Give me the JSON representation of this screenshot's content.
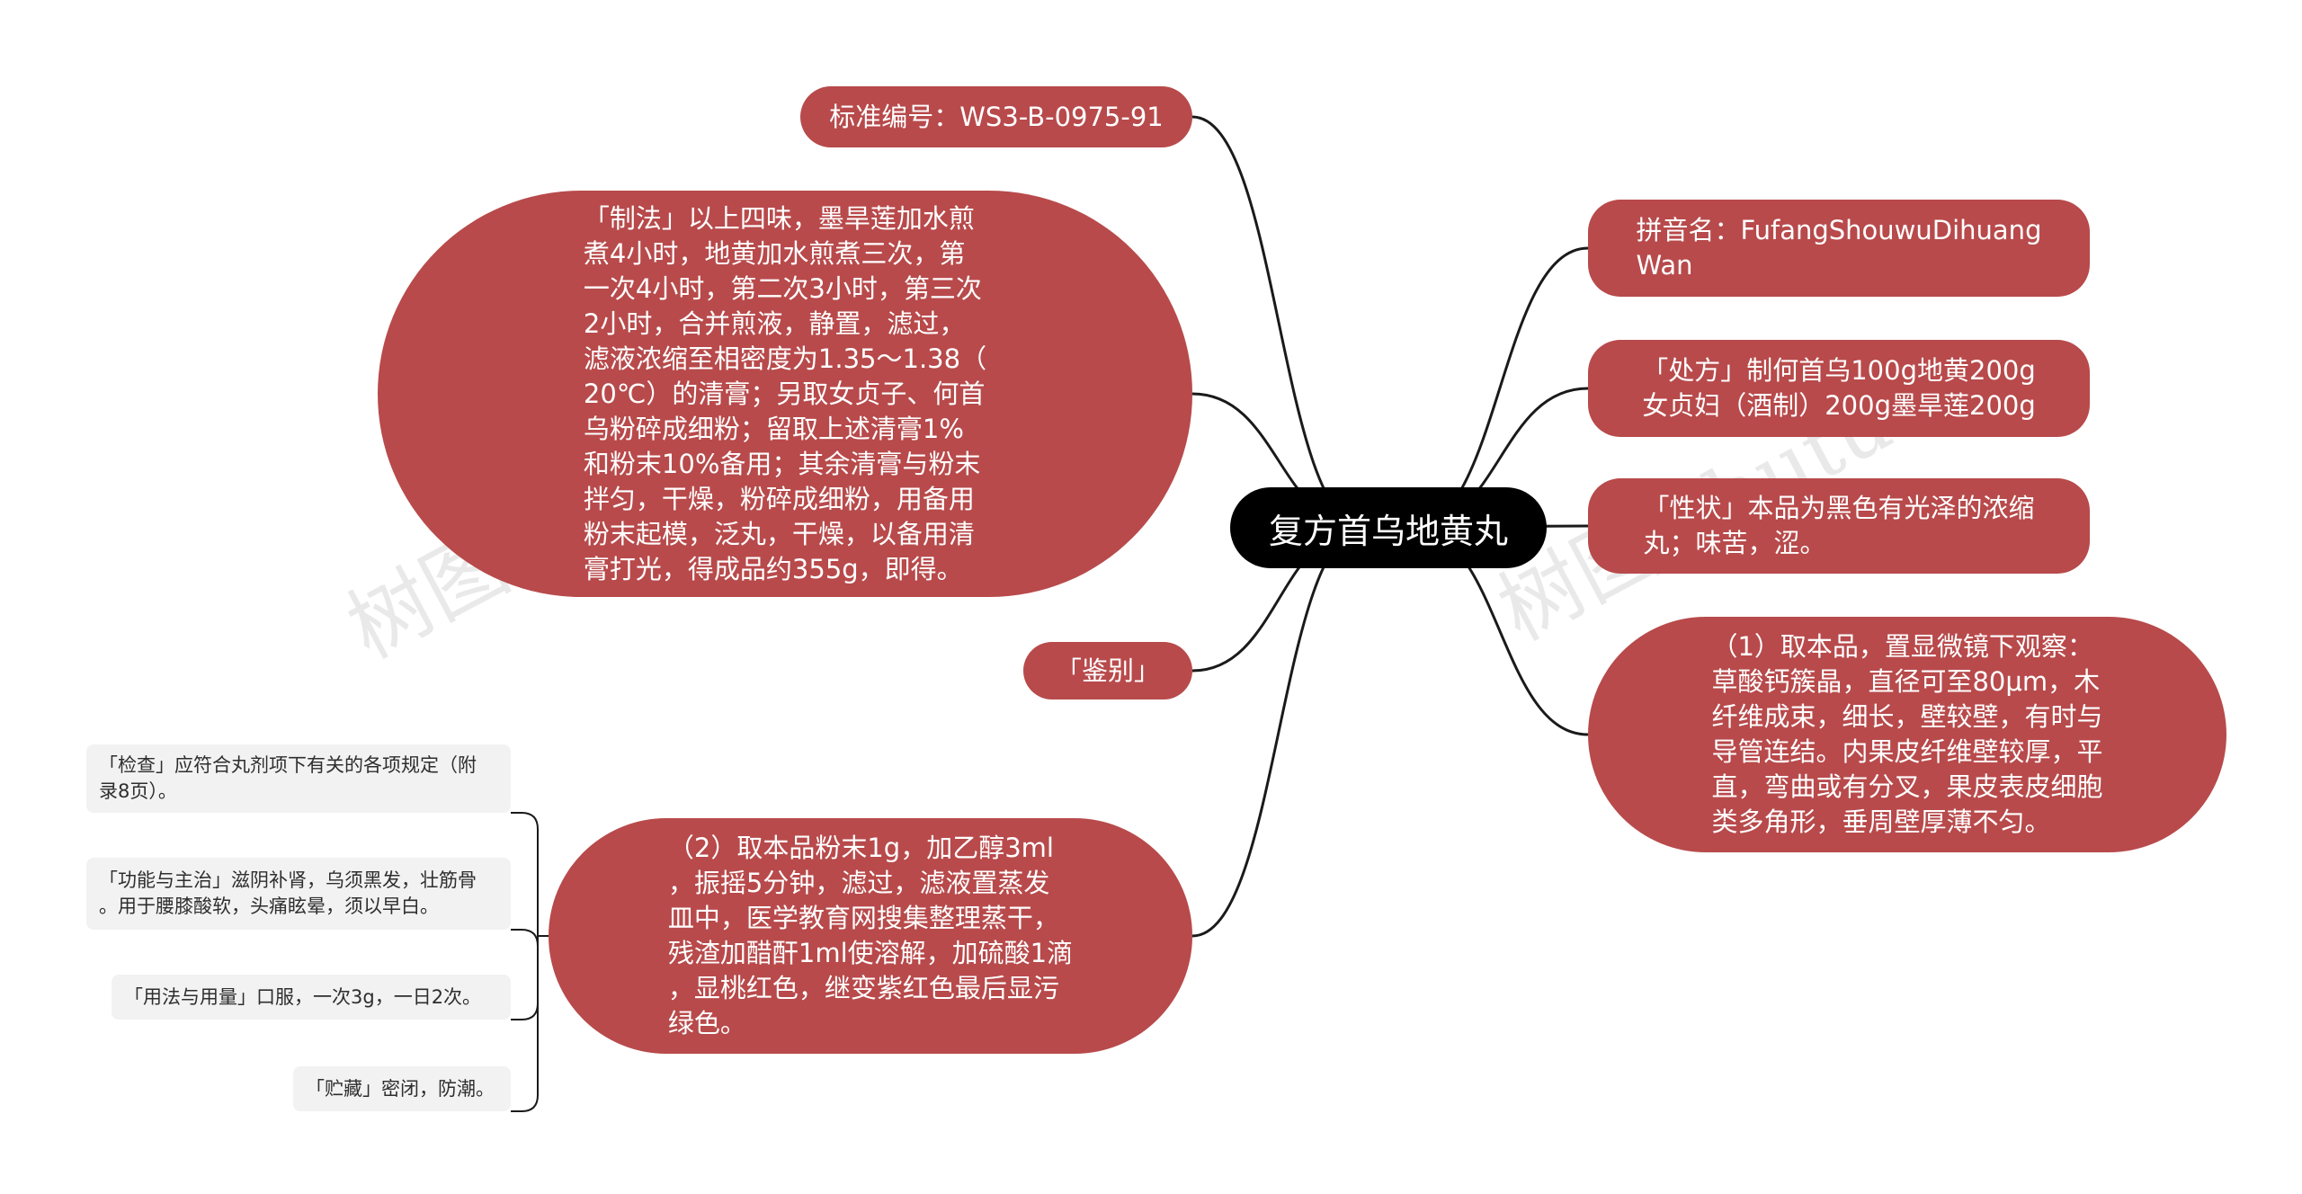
{
  "colors": {
    "center_bg": "#000000",
    "branch_bg": "#b84a4b",
    "leaf_bg": "#f2f2f2",
    "link": "#1a1a1a"
  },
  "center": {
    "label": "复方首乌地黄丸"
  },
  "left_nodes": [
    {
      "id": "standard",
      "text": "标准编号：WS3-B-0975-91"
    },
    {
      "id": "method",
      "text": "「制法」以上四味，墨旱莲加水煎\n煮4小时，地黄加水煎煮三次，第\n一次4小时，第二次3小时，第三次\n2小时，合并煎液，静置，滤过，\n滤液浓缩至相密度为1.35～1.38（\n20℃）的清膏；另取女贞子、何首\n乌粉碎成细粉；留取上述清膏1%\n和粉末10%备用；其余清膏与粉末\n拌匀，干燥，粉碎成细粉，用备用\n粉末起模，泛丸，干燥，以备用清\n膏打光，得成品约355g，即得。"
    },
    {
      "id": "identify",
      "text": "「鉴别」"
    },
    {
      "id": "identify2",
      "text": "（2）取本品粉末1g，加乙醇3ml\n，振摇5分钟，滤过，滤液置蒸发\n皿中，医学教育网搜集整理蒸干，\n残渣加醋酐1ml使溶解，加硫酸1滴\n，显桃红色，继变紫红色最后显污\n绿色。"
    }
  ],
  "right_nodes": [
    {
      "id": "pinyin",
      "text": "拼音名：FufangShouwuDihuang\nWan"
    },
    {
      "id": "prescription",
      "text": "「处方」制何首乌100g地黄200g\n女贞妇（酒制）200g墨旱莲200g"
    },
    {
      "id": "character",
      "text": "「性状」本品为黑色有光泽的浓缩\n丸；味苦，涩。"
    },
    {
      "id": "identify1",
      "text": "（1）取本品，置显微镜下观察：\n草酸钙簇晶，直径可至80μm，木\n纤维成束，细长，壁较壁，有时与\n导管连结。内果皮纤维壁较厚，平\n直，弯曲或有分叉，果皮表皮细胞\n类多角形，垂周壁厚薄不匀。"
    }
  ],
  "leaf_nodes": [
    {
      "id": "check",
      "text": "「检查」应符合丸剂项下有关的各项规定（附\n录8页）。"
    },
    {
      "id": "function",
      "text": "「功能与主治」滋阴补肾，乌须黑发，壮筋骨\n。用于腰膝酸软，头痛眩晕，须以早白。"
    },
    {
      "id": "usage",
      "text": "「用法与用量」口服，一次3g，一日2次。"
    },
    {
      "id": "storage",
      "text": "「贮藏」密闭，防潮。"
    }
  ],
  "watermarks": [
    "树图 shutu.cn",
    "树图 shutu.cn"
  ]
}
